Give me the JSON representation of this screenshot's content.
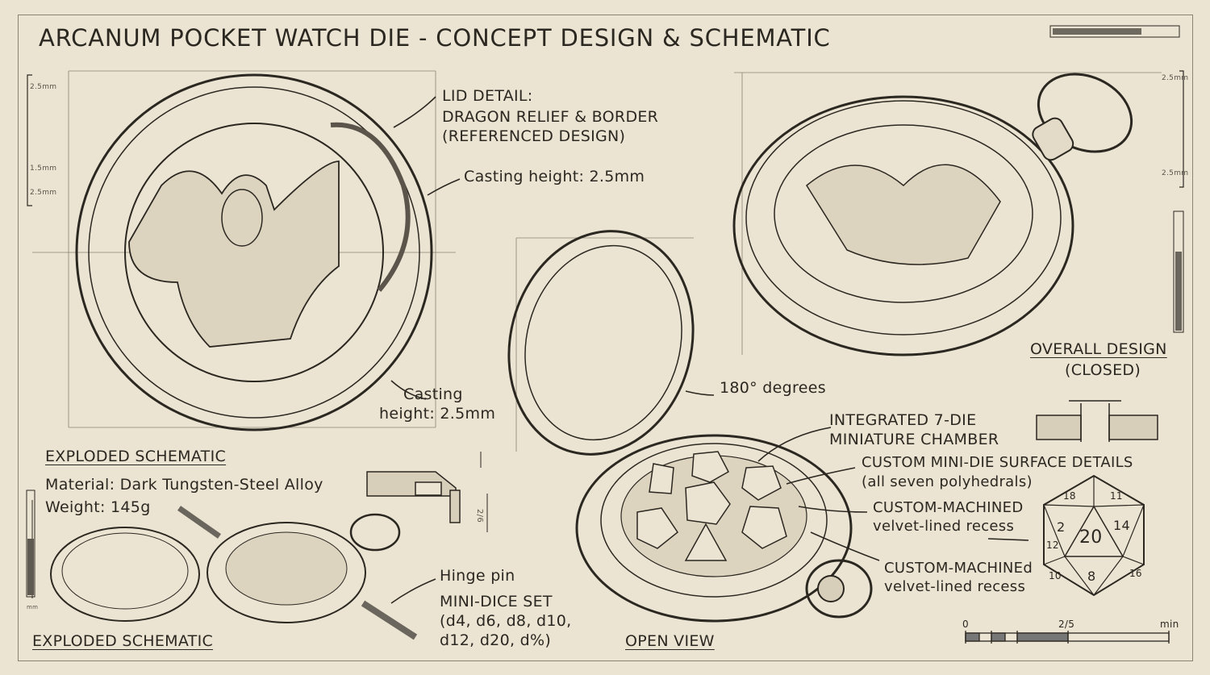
{
  "title": "ARCANUM POCKET WATCH DIE - CONCEPT DESIGN & SCHEMATIC",
  "lid_detail": {
    "heading": "LID DETAIL:",
    "line1": "DRAGON RELIEF & BORDER",
    "line2": "(REFERENCED DESIGN)"
  },
  "casting_top": "Casting height: 2.5mm",
  "casting_bottom": {
    "line1": "Casting",
    "line2": "height: 2.5mm"
  },
  "overall": {
    "line1": "OVERALL DESIGN",
    "line2": "(CLOSED)"
  },
  "hinge_angle": "180° degrees",
  "chamber": {
    "line1": "INTEGRATED 7-DIE",
    "line2": "MINIATURE CHAMBER"
  },
  "surface": {
    "line1": "CUSTOM MINI-DIE SURFACE DETAILS",
    "line2": "(all seven polyhedrals)"
  },
  "recess1": {
    "line1": "CUSTOM-MACHINED",
    "line2": "velvet-lined recess"
  },
  "recess2": {
    "line1": "CUSTOM-MACHINEd",
    "line2": "velvet-lined recess"
  },
  "exploded": {
    "heading": "EXPLODED SCHEMATIC",
    "material": "Material: Dark Tungsten-Steel Alloy",
    "weight": "Weight: 145g",
    "footer": "EXPLODED SCHEMATIC"
  },
  "hinge_pin": "Hinge pin",
  "dice_set": {
    "line1": "MINI-DICE SET",
    "line2": "(d4, d6, d8, d10,",
    "line3": "d12, d20, d%)"
  },
  "open_view": "OPEN VIEW",
  "section_dim": "2/6",
  "rulers": {
    "left": [
      "2.5mm",
      "1.5mm",
      "2.5mm"
    ],
    "right": [
      "2.5mm",
      "2.5mm"
    ],
    "bottom_unit": "mm"
  },
  "scale_bar": {
    "start": "0",
    "mid": "2/5",
    "unit": "min"
  },
  "d20_faces": [
    "20",
    "2",
    "14",
    "8",
    "16",
    "18",
    "11",
    "12",
    "10"
  ],
  "colors": {
    "paper": "#ece4d2",
    "ink": "#2b2721"
  }
}
